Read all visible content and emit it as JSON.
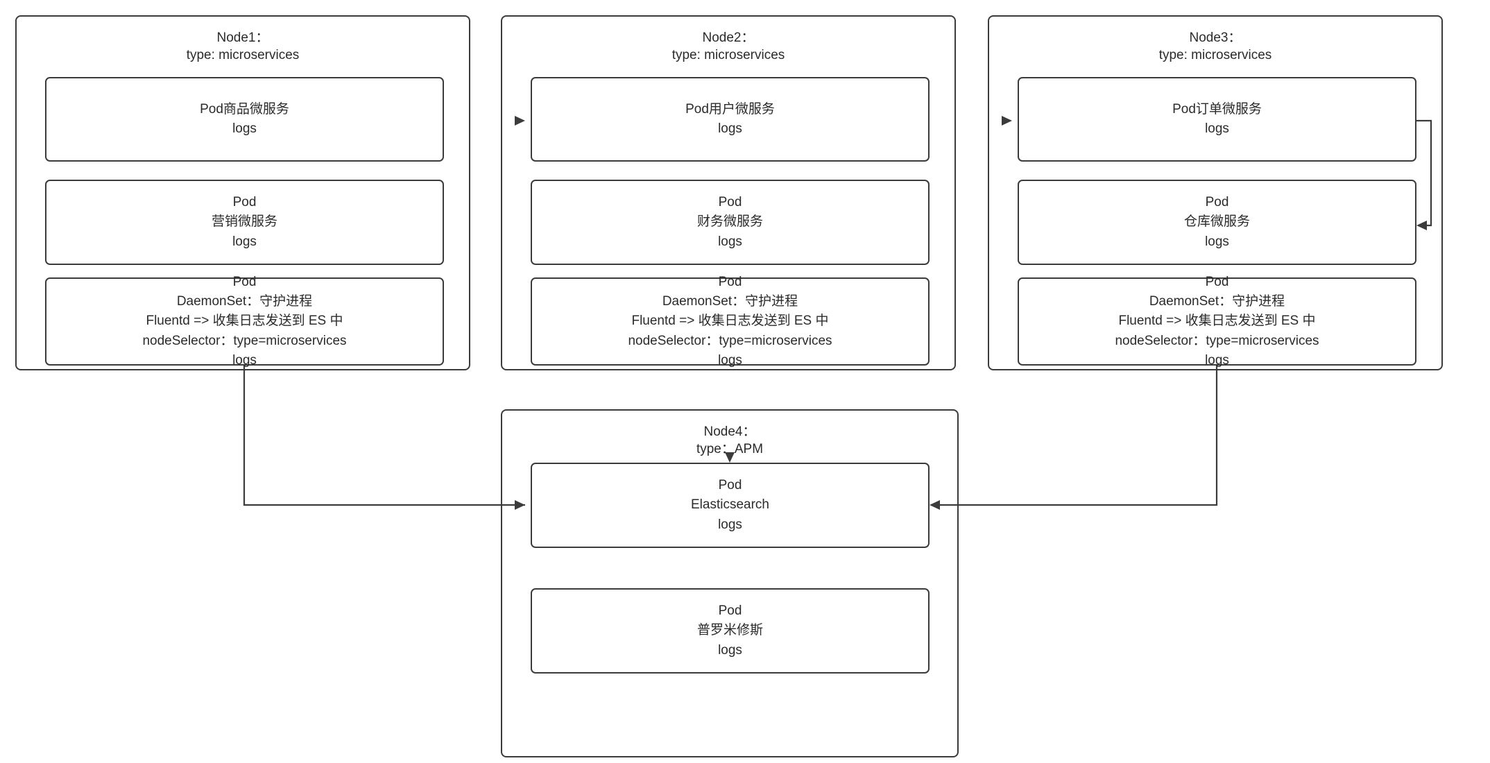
{
  "diagram": {
    "title": "Kubernetes microservices logging architecture",
    "stroke_color": "#3b3b3b",
    "text_color": "#2b2b2b",
    "background_color": "#ffffff"
  },
  "nodes": [
    {
      "id": "node1",
      "title": "Node1：\ntype: microservices",
      "pods": [
        {
          "id": "node1-pod1",
          "text": "Pod商品微服务\nlogs"
        },
        {
          "id": "node1-pod2",
          "text": "Pod\n营销微服务\nlogs"
        },
        {
          "id": "node1-pod3",
          "text": "Pod\nDaemonSet：守护进程\nFluentd => 收集日志发送到 ES 中\nnodeSelector：type=microservices\nlogs"
        }
      ]
    },
    {
      "id": "node2",
      "title": "Node2：\ntype: microservices",
      "pods": [
        {
          "id": "node2-pod1",
          "text": "Pod用户微服务\nlogs"
        },
        {
          "id": "node2-pod2",
          "text": "Pod\n财务微服务\nlogs"
        },
        {
          "id": "node2-pod3",
          "text": "Pod\nDaemonSet：守护进程\nFluentd => 收集日志发送到 ES 中\nnodeSelector：type=microservices\nlogs"
        }
      ]
    },
    {
      "id": "node3",
      "title": "Node3：\ntype: microservices",
      "pods": [
        {
          "id": "node3-pod1",
          "text": "Pod订单微服务\nlogs"
        },
        {
          "id": "node3-pod2",
          "text": "Pod\n仓库微服务\nlogs"
        },
        {
          "id": "node3-pod3",
          "text": "Pod\nDaemonSet：守护进程\nFluentd => 收集日志发送到 ES 中\nnodeSelector：type=microservices\nlogs"
        }
      ]
    },
    {
      "id": "node4",
      "title": "Node4：\ntype：APM",
      "pods": [
        {
          "id": "node4-pod1",
          "text": "Pod\nElasticsearch\nlogs"
        },
        {
          "id": "node4-pod2",
          "text": "Pod\n普罗米修斯\nlogs"
        }
      ]
    }
  ],
  "edges": [
    {
      "id": "edge-node1-to-node2",
      "from": "node1-pod1",
      "to": "node2-pod1",
      "kind": "arrow-right"
    },
    {
      "id": "edge-node2-to-node3",
      "from": "node2-pod1",
      "to": "node3-pod1",
      "kind": "arrow-right"
    },
    {
      "id": "edge-node3-order-to-warehouse",
      "from": "node3-pod1",
      "to": "node3-pod2",
      "kind": "loop-right"
    },
    {
      "id": "edge-node1-daemonset-to-es",
      "from": "node1-pod3",
      "to": "node4-pod1",
      "kind": "elbow-down-right"
    },
    {
      "id": "edge-node2-daemonset-to-es",
      "from": "node2-pod3",
      "to": "node4-pod1",
      "kind": "straight-down"
    },
    {
      "id": "edge-node3-daemonset-to-es",
      "from": "node3-pod3",
      "to": "node4-pod1",
      "kind": "elbow-down-left"
    }
  ]
}
